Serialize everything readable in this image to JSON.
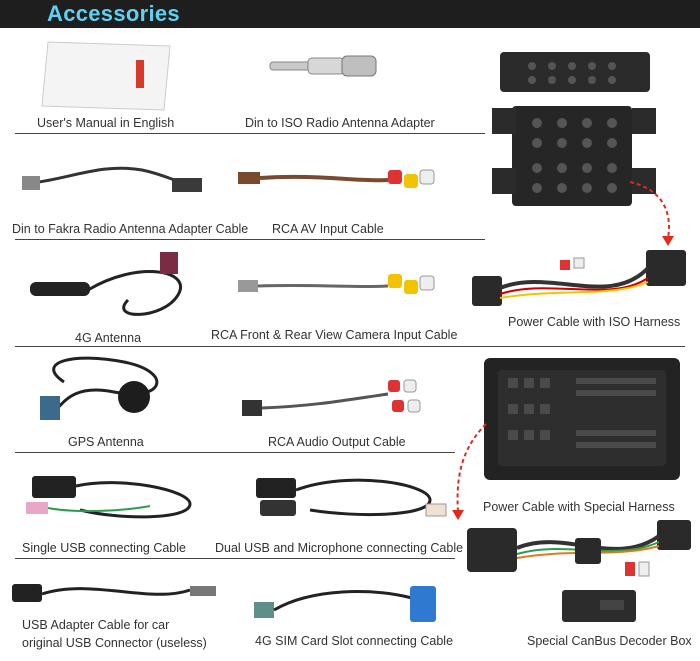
{
  "header": {
    "title": "Accessories"
  },
  "items": [
    {
      "label": "User's Manual in English"
    },
    {
      "label": "Din to ISO Radio Antenna Adapter"
    },
    {
      "label": "Din to Fakra Radio Antenna Adapter Cable"
    },
    {
      "label": "RCA AV Input Cable"
    },
    {
      "label": "4G Antenna"
    },
    {
      "label": "RCA Front & Rear View Camera Input Cable"
    },
    {
      "label": "Power Cable with ISO Harness"
    },
    {
      "label": "GPS Antenna"
    },
    {
      "label": "RCA Audio Output Cable"
    },
    {
      "label": "Power Cable with Special Harness"
    },
    {
      "label": "Single USB connecting Cable"
    },
    {
      "label": "Dual USB and Microphone connecting Cable"
    },
    {
      "label": "USB Adapter Cable for car\noriginal USB Connector (useless)"
    },
    {
      "label": "4G SIM Card Slot connecting Cable"
    },
    {
      "label": "Special CanBus Decoder Box"
    }
  ],
  "colors": {
    "header_bg": "#1e1e1e",
    "title": "#5fd0f2",
    "arrow": "#e02a1a"
  }
}
